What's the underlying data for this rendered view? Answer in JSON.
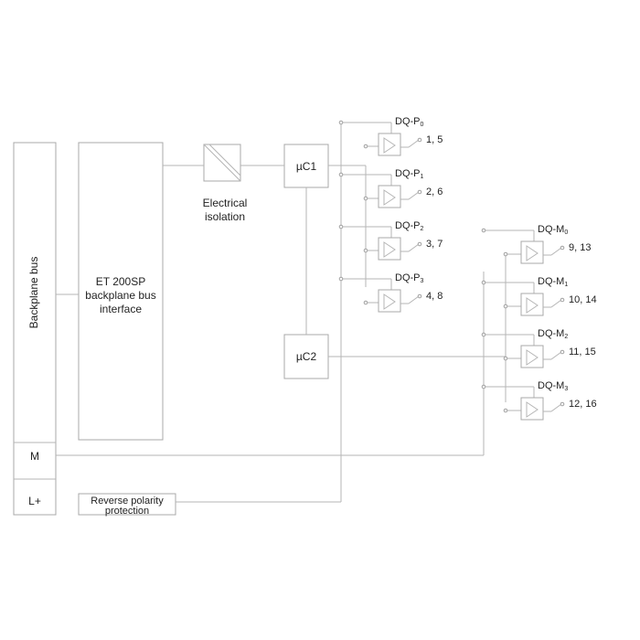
{
  "backplane": {
    "bus_label": "Backplane bus",
    "m_label": "M",
    "lplus_label": "L+"
  },
  "interface": {
    "line1": "ET 200SP",
    "line2": "backplane bus",
    "line3": "interface"
  },
  "isolation": {
    "line1": "Electrical",
    "line2": "isolation"
  },
  "uc1": {
    "label": "µC1"
  },
  "uc2": {
    "label": "µC2"
  },
  "reverse_polarity": {
    "line1": "Reverse polarity",
    "line2": "protection"
  },
  "p_channels": [
    {
      "prefix": "DQ-P",
      "index": "0",
      "pins": "1, 5"
    },
    {
      "prefix": "DQ-P",
      "index": "1",
      "pins": "2, 6"
    },
    {
      "prefix": "DQ-P",
      "index": "2",
      "pins": "3, 7"
    },
    {
      "prefix": "DQ-P",
      "index": "3",
      "pins": "4, 8"
    }
  ],
  "m_channels": [
    {
      "prefix": "DQ-M",
      "index": "0",
      "pins": "9, 13"
    },
    {
      "prefix": "DQ-M",
      "index": "1",
      "pins": "10, 14"
    },
    {
      "prefix": "DQ-M",
      "index": "2",
      "pins": "11, 15"
    },
    {
      "prefix": "DQ-M",
      "index": "3",
      "pins": "12, 16"
    }
  ]
}
